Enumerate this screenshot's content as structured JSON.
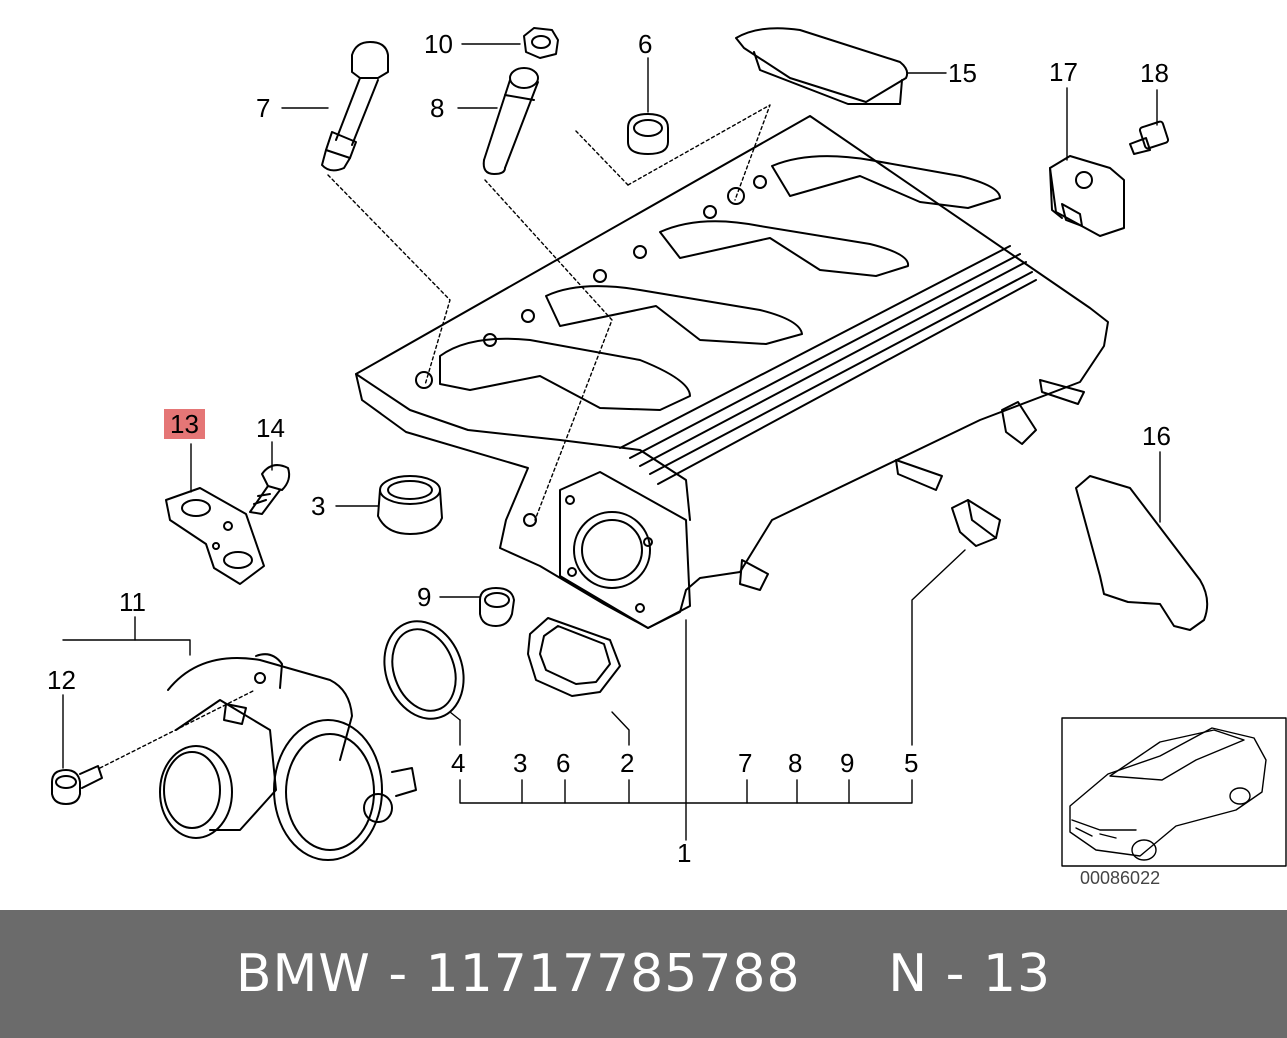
{
  "highlight_color": "#e57676",
  "footer_bg": "#6b6b6b",
  "diagram_code": "00086022",
  "footer": {
    "brand": "BMW",
    "sep1": "-",
    "part_number": "11717785788",
    "position_prefix": "N",
    "sep2": "-",
    "position_number": "13"
  },
  "callouts": {
    "c1": "1",
    "c2": "2",
    "c3": "3",
    "c3b": "3",
    "c4": "4",
    "c5": "5",
    "c6": "6",
    "c6b": "6",
    "c7": "7",
    "c7b": "7",
    "c8": "8",
    "c8b": "8",
    "c9": "9",
    "c9b": "9",
    "c10": "10",
    "c11": "11",
    "c12": "12",
    "c13": "13",
    "c14": "14",
    "c15": "15",
    "c16": "16",
    "c17": "17",
    "c18": "18"
  }
}
